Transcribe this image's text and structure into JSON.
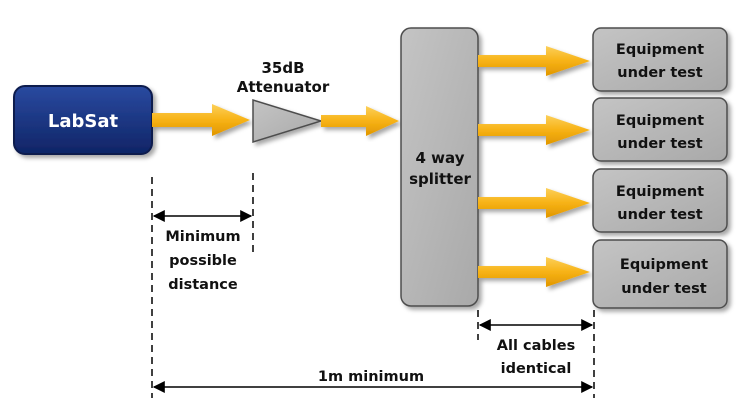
{
  "diagram": {
    "labsat_label": "LabSat",
    "attenuator_line1": "35dB",
    "attenuator_line2": "Attenuator",
    "splitter_line1": "4 way",
    "splitter_line2": "splitter",
    "equipment": [
      {
        "line1": "Equipment",
        "line2": "under test"
      },
      {
        "line1": "Equipment",
        "line2": "under test"
      },
      {
        "line1": "Equipment",
        "line2": "under test"
      },
      {
        "line1": "Equipment",
        "line2": "under test"
      }
    ],
    "min_distance_line1": "Minimum",
    "min_distance_line2": "possible",
    "min_distance_line3": "distance",
    "cables_line1": "All cables",
    "cables_line2": "identical",
    "total_distance": "1m minimum"
  },
  "colors": {
    "labsat_box": "#16307a",
    "arrow": "#f7b215",
    "component_fill": "#b3b3b3",
    "component_stroke": "#4d4d4d",
    "attenuator_fill": "#a8a8a8",
    "dimension_line": "#000000"
  }
}
